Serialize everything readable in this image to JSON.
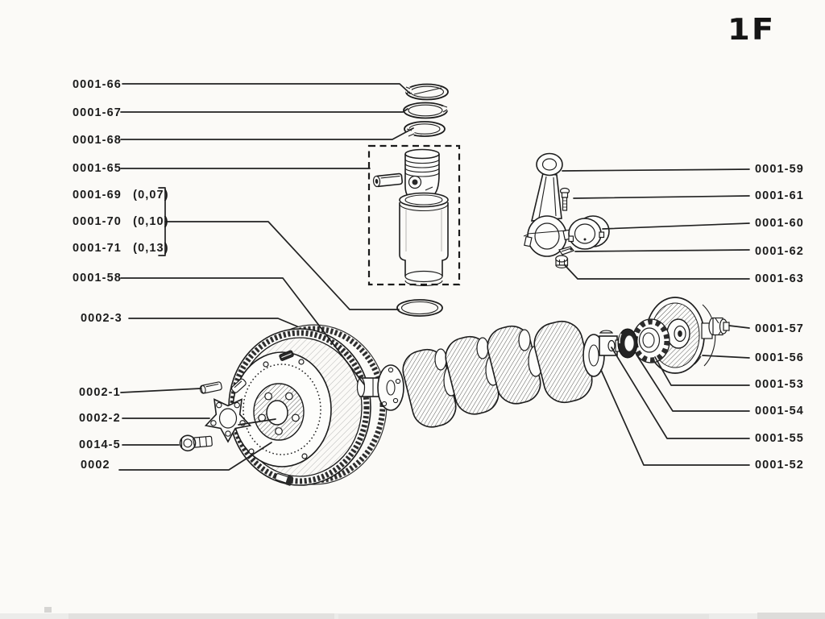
{
  "sheet": {
    "code": "1F"
  },
  "figure": {
    "left_labels": [
      "0001-66",
      "0001-67",
      "0001-68",
      "0001-65",
      "0001-69  (0,07)",
      "0001-70  (0,10)",
      "0001-71  (0,13)",
      "0001-58",
      "0002-3",
      "0002-1",
      "0002-2",
      "0014-5",
      "0002"
    ],
    "right_labels": [
      "0001-59",
      "0001-61",
      "0001-60",
      "0001-62",
      "0001-63",
      "0001-57",
      "0001-56",
      "0001-53",
      "0001-54",
      "0001-55",
      "0001-52"
    ]
  },
  "colors": {
    "ink": "#1c1c1c",
    "paper": "#fbfaf7"
  }
}
